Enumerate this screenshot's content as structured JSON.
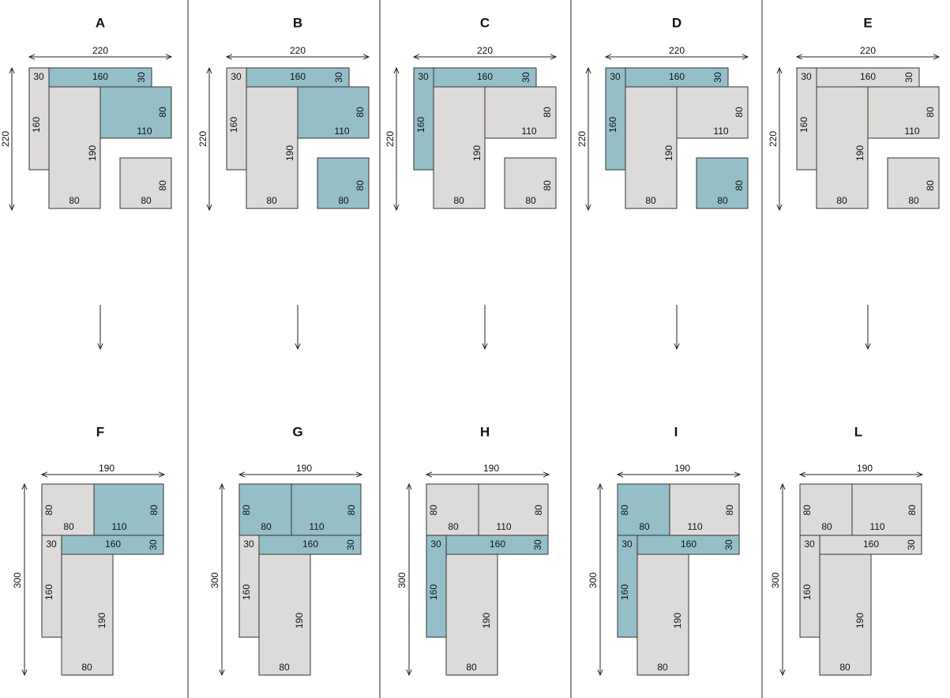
{
  "colors": {
    "blue": "#94bfc8",
    "grey": "#dddbd9",
    "line": "#333333",
    "divider": "#222222"
  },
  "top_row": [
    {
      "letter": "A",
      "width_dim": "220",
      "height_dim": "220",
      "blue": [
        "top",
        "right"
      ]
    },
    {
      "letter": "B",
      "width_dim": "220",
      "height_dim": "220",
      "blue": [
        "top",
        "right",
        "ottoman"
      ]
    },
    {
      "letter": "C",
      "width_dim": "220",
      "height_dim": "220",
      "blue": [
        "top",
        "left"
      ]
    },
    {
      "letter": "D",
      "width_dim": "220",
      "height_dim": "220",
      "blue": [
        "top",
        "left",
        "ottoman"
      ]
    },
    {
      "letter": "E",
      "width_dim": "220",
      "height_dim": "220",
      "blue": []
    }
  ],
  "bottom_row": [
    {
      "letter": "F",
      "width_dim": "190",
      "height_dim": "300",
      "blue": [
        "topright",
        "mid"
      ]
    },
    {
      "letter": "G",
      "width_dim": "190",
      "height_dim": "300",
      "blue": [
        "topleft",
        "topright",
        "mid"
      ]
    },
    {
      "letter": "H",
      "width_dim": "190",
      "height_dim": "300",
      "blue": [
        "mid",
        "left"
      ]
    },
    {
      "letter": "I",
      "width_dim": "190",
      "height_dim": "300",
      "blue": [
        "topleft",
        "mid",
        "left"
      ]
    },
    {
      "letter": "L",
      "width_dim": "190",
      "height_dim": "300",
      "blue": []
    }
  ],
  "top_labels": {
    "left_top": "30",
    "top_len": "160",
    "top_end": "30",
    "left_len": "160",
    "right_h": "80",
    "right_w": "110",
    "main_len": "190",
    "main_w": "80",
    "ott_h": "80",
    "ott_w": "80"
  },
  "bottom_labels": {
    "tl_h": "80",
    "tl_w": "80",
    "tr_h": "80",
    "tr_w": "110",
    "mid_left": "30",
    "mid_len": "160",
    "mid_end": "30",
    "left_len": "160",
    "main_len": "190",
    "main_w": "80"
  }
}
